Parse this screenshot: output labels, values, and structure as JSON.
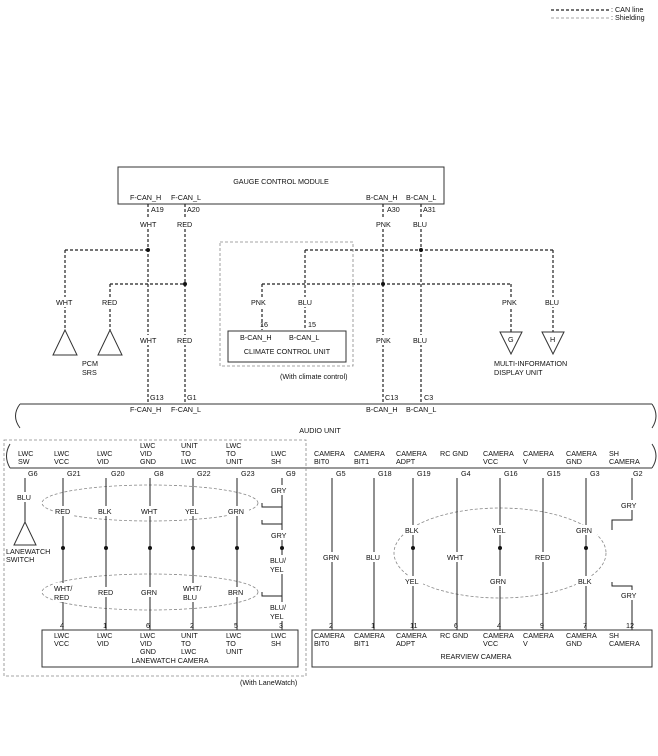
{
  "legend": {
    "can_line": ": CAN line",
    "shielding": ": Shielding"
  },
  "gcm": {
    "title": "GAUGE CONTROL MODULE",
    "f_can_h": "F-CAN_H",
    "f_can_l": "F-CAN_L",
    "b_can_h": "B-CAN_H",
    "b_can_l": "B-CAN_L",
    "pin_a19": "A19",
    "pin_a20": "A20",
    "pin_a30": "A30",
    "pin_a31": "A31"
  },
  "wires": {
    "wht": "WHT",
    "red": "RED",
    "pnk": "PNK",
    "blu": "BLU",
    "grn": "GRN",
    "blk": "BLK",
    "yel": "YEL",
    "gry": "GRY",
    "brn": "BRN",
    "wht_red_1": "WHT/",
    "wht_red_2": "RED",
    "wht_blu_1": "WHT/",
    "wht_blu_2": "BLU",
    "blu_yel_1": "BLU/",
    "blu_yel_2": "YEL"
  },
  "pcm_srs": {
    "pcm": "PCM",
    "srs": "SRS"
  },
  "climate": {
    "name": "CLIMATE CONTROL UNIT",
    "pin16": "16",
    "pin15": "15",
    "b_can_h": "B-CAN_H",
    "b_can_l": "B-CAN_L",
    "note": "(With climate control)"
  },
  "mid": {
    "line1": "MULTI-INFORMATION",
    "line2": "DISPLAY UNIT",
    "conn_g": "G",
    "conn_h": "H"
  },
  "audio": {
    "title": "AUDIO UNIT",
    "pin_g13": "G13",
    "pin_g1": "G1",
    "pin_c13": "C13",
    "pin_c3": "C3",
    "f_can_h": "F-CAN_H",
    "f_can_l": "F-CAN_L",
    "b_can_h": "B-CAN_H",
    "b_can_l": "B-CAN_L"
  },
  "audio_pins": [
    {
      "l1": "LWC",
      "l2": "SW",
      "l3": "",
      "pin": "G6"
    },
    {
      "l1": "LWC",
      "l2": "VCC",
      "l3": "",
      "pin": "G21"
    },
    {
      "l1": "LWC",
      "l2": "VID",
      "l3": "",
      "pin": "G20"
    },
    {
      "l1": "LWC",
      "l2": "VID",
      "l3": "GND",
      "pin": "G8"
    },
    {
      "l1": "UNIT",
      "l2": "TO",
      "l3": "LWC",
      "pin": "G22"
    },
    {
      "l1": "LWC",
      "l2": "TO",
      "l3": "UNIT",
      "pin": "G23"
    },
    {
      "l1": "LWC",
      "l2": "SH",
      "l3": "",
      "pin": "G9"
    },
    {
      "l1": "CAMERA",
      "l2": "BIT0",
      "l3": "",
      "pin": "G5"
    },
    {
      "l1": "CAMERA",
      "l2": "BIT1",
      "l3": "",
      "pin": "G18"
    },
    {
      "l1": "CAMERA",
      "l2": "ADPT",
      "l3": "",
      "pin": "G19"
    },
    {
      "l1": "RC GND",
      "l2": "",
      "l3": "",
      "pin": "G4"
    },
    {
      "l1": "CAMERA",
      "l2": "VCC",
      "l3": "",
      "pin": "G16"
    },
    {
      "l1": "CAMERA",
      "l2": "V",
      "l3": "",
      "pin": "G15"
    },
    {
      "l1": "CAMERA",
      "l2": "GND",
      "l3": "",
      "pin": "G3"
    },
    {
      "l1": "SH",
      "l2": "CAMERA",
      "l3": "",
      "pin": "G2"
    }
  ],
  "lanewatch_switch": {
    "l1": "LANEWATCH",
    "l2": "SWITCH"
  },
  "lanewatch_camera": {
    "name": "LANEWATCH CAMERA",
    "note": "(With LaneWatch)",
    "pins": [
      {
        "l1": "LWC",
        "l2": "VCC",
        "l3": "",
        "pin": "4"
      },
      {
        "l1": "LWC",
        "l2": "VID",
        "l3": "",
        "pin": "1"
      },
      {
        "l1": "LWC",
        "l2": "VID",
        "l3": "GND",
        "pin": "6"
      },
      {
        "l1": "UNIT",
        "l2": "TO",
        "l3": "LWC",
        "pin": "2"
      },
      {
        "l1": "LWC",
        "l2": "TO",
        "l3": "UNIT",
        "pin": "5"
      },
      {
        "l1": "LWC",
        "l2": "SH",
        "l3": "",
        "pin": "3"
      }
    ]
  },
  "rearview_camera": {
    "name": "REARVIEW CAMERA",
    "pins": [
      {
        "l1": "CAMERA",
        "l2": "BIT0",
        "pin": "2"
      },
      {
        "l1": "CAMERA",
        "l2": "BIT1",
        "pin": "1"
      },
      {
        "l1": "CAMERA",
        "l2": "ADPT",
        "pin": "11"
      },
      {
        "l1": "RC GND",
        "l2": "",
        "pin": "6"
      },
      {
        "l1": "CAMERA",
        "l2": "VCC",
        "pin": "4"
      },
      {
        "l1": "CAMERA",
        "l2": "V",
        "pin": "9"
      },
      {
        "l1": "CAMERA",
        "l2": "GND",
        "pin": "7"
      },
      {
        "l1": "SH",
        "l2": "CAMERA",
        "pin": "12"
      }
    ]
  }
}
